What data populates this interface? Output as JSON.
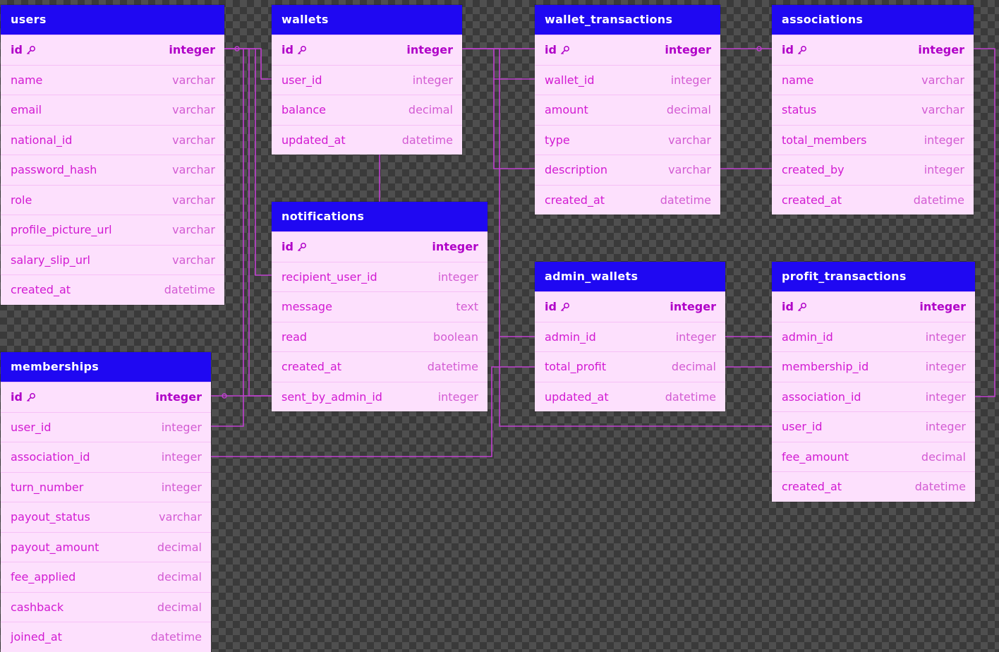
{
  "colors": {
    "header": "#1f08f2",
    "body": "#fde0fd",
    "text": "#d21ad2",
    "connector": "#c040d0"
  },
  "key_icon": "key-icon",
  "tables": {
    "users": {
      "name": "users",
      "columns": [
        {
          "name": "id",
          "type": "integer",
          "pk": true
        },
        {
          "name": "name",
          "type": "varchar"
        },
        {
          "name": "email",
          "type": "varchar"
        },
        {
          "name": "national_id",
          "type": "varchar"
        },
        {
          "name": "password_hash",
          "type": "varchar"
        },
        {
          "name": "role",
          "type": "varchar"
        },
        {
          "name": "profile_picture_url",
          "type": "varchar"
        },
        {
          "name": "salary_slip_url",
          "type": "varchar"
        },
        {
          "name": "created_at",
          "type": "datetime"
        }
      ]
    },
    "wallets": {
      "name": "wallets",
      "columns": [
        {
          "name": "id",
          "type": "integer",
          "pk": true
        },
        {
          "name": "user_id",
          "type": "integer"
        },
        {
          "name": "balance",
          "type": "decimal"
        },
        {
          "name": "updated_at",
          "type": "datetime"
        }
      ]
    },
    "wallet_transactions": {
      "name": "wallet_transactions",
      "columns": [
        {
          "name": "id",
          "type": "integer",
          "pk": true
        },
        {
          "name": "wallet_id",
          "type": "integer"
        },
        {
          "name": "amount",
          "type": "decimal"
        },
        {
          "name": "type",
          "type": "varchar"
        },
        {
          "name": "description",
          "type": "varchar"
        },
        {
          "name": "created_at",
          "type": "datetime"
        }
      ]
    },
    "associations": {
      "name": "associations",
      "columns": [
        {
          "name": "id",
          "type": "integer",
          "pk": true
        },
        {
          "name": "name",
          "type": "varchar"
        },
        {
          "name": "status",
          "type": "varchar"
        },
        {
          "name": "total_members",
          "type": "integer"
        },
        {
          "name": "created_by",
          "type": "integer"
        },
        {
          "name": "created_at",
          "type": "datetime"
        }
      ]
    },
    "notifications": {
      "name": "notifications",
      "columns": [
        {
          "name": "id",
          "type": "integer",
          "pk": true
        },
        {
          "name": "recipient_user_id",
          "type": "integer"
        },
        {
          "name": "message",
          "type": "text"
        },
        {
          "name": "read",
          "type": "boolean"
        },
        {
          "name": "created_at",
          "type": "datetime"
        },
        {
          "name": "sent_by_admin_id",
          "type": "integer"
        }
      ]
    },
    "admin_wallets": {
      "name": "admin_wallets",
      "columns": [
        {
          "name": "id",
          "type": "integer",
          "pk": true
        },
        {
          "name": "admin_id",
          "type": "integer"
        },
        {
          "name": "total_profit",
          "type": "decimal"
        },
        {
          "name": "updated_at",
          "type": "datetime"
        }
      ]
    },
    "profit_transactions": {
      "name": "profit_transactions",
      "columns": [
        {
          "name": "id",
          "type": "integer",
          "pk": true
        },
        {
          "name": "admin_id",
          "type": "integer"
        },
        {
          "name": "membership_id",
          "type": "integer"
        },
        {
          "name": "association_id",
          "type": "integer"
        },
        {
          "name": "user_id",
          "type": "integer"
        },
        {
          "name": "fee_amount",
          "type": "decimal"
        },
        {
          "name": "created_at",
          "type": "datetime"
        }
      ]
    },
    "memberships": {
      "name": "memberships",
      "columns": [
        {
          "name": "id",
          "type": "integer",
          "pk": true
        },
        {
          "name": "user_id",
          "type": "integer"
        },
        {
          "name": "association_id",
          "type": "integer"
        },
        {
          "name": "turn_number",
          "type": "integer"
        },
        {
          "name": "payout_status",
          "type": "varchar"
        },
        {
          "name": "payout_amount",
          "type": "decimal"
        },
        {
          "name": "fee_applied",
          "type": "decimal"
        },
        {
          "name": "cashback",
          "type": "decimal"
        },
        {
          "name": "joined_at",
          "type": "datetime"
        }
      ]
    }
  }
}
